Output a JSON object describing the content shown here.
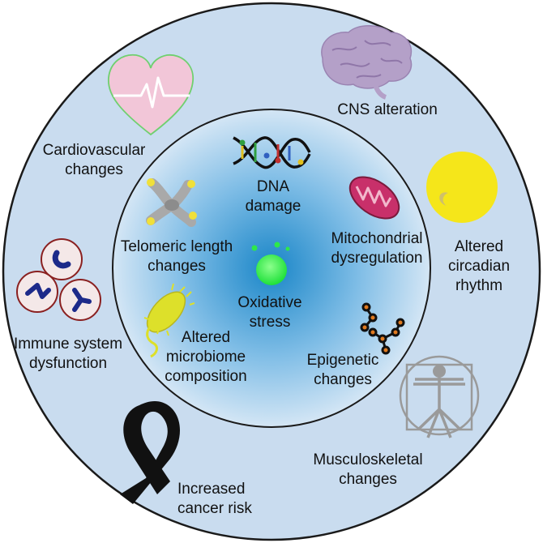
{
  "colors": {
    "outer_ring": "#c9dcef",
    "inner_center": "#1a86c8",
    "ring_stroke": "#1a1a1a",
    "accent_green": "#2ee84a",
    "heart_fill": "#f2c6d8",
    "heart_stroke": "#6fd06f",
    "moon_fill": "#f5e61a",
    "mito_fill": "#c8306a",
    "chromosome": "#a9a9a9",
    "chromosome_tips": "#f0e03a",
    "bacterium": "#dde02a",
    "brain": "#b4a0c8",
    "figure_gray": "#9a9a9a",
    "ribbon": "#111111"
  },
  "outer": {
    "cns": [
      "CNS alteration"
    ],
    "cardiovascular": [
      "Cardiovascular",
      "changes"
    ],
    "circadian": [
      "Altered",
      "circadian",
      "rhythm"
    ],
    "immune": [
      "Immune system",
      "dysfunction"
    ],
    "musculoskeletal": [
      "Musculoskeletal",
      "changes"
    ],
    "cancer": [
      "Increased",
      "cancer risk"
    ]
  },
  "inner": {
    "dna": [
      "DNA",
      "damage"
    ],
    "telomeric": [
      "Telomeric length",
      "changes"
    ],
    "mitochondrial": [
      "Mitochondrial",
      "dysregulation"
    ],
    "oxidative": [
      "Oxidative",
      "stress"
    ],
    "microbiome": [
      "Altered",
      "microbiome",
      "composition"
    ],
    "epigenetic": [
      "Epigenetic",
      "changes"
    ]
  },
  "icons": {
    "brain": "brain-icon",
    "heart": "heart-icon",
    "moon": "moon-icon",
    "immune_cells": "immune-cells-icon",
    "vitruvian": "vitruvian-man-icon",
    "ribbon": "awareness-ribbon-icon",
    "dna": "dna-helix-icon",
    "chromosome": "chromosome-icon",
    "mitochondrion": "mitochondrion-icon",
    "oxidative": "oxidative-bubble-icon",
    "bacterium": "bacterium-icon",
    "epigenetic": "epigenetic-molecule-icon"
  }
}
